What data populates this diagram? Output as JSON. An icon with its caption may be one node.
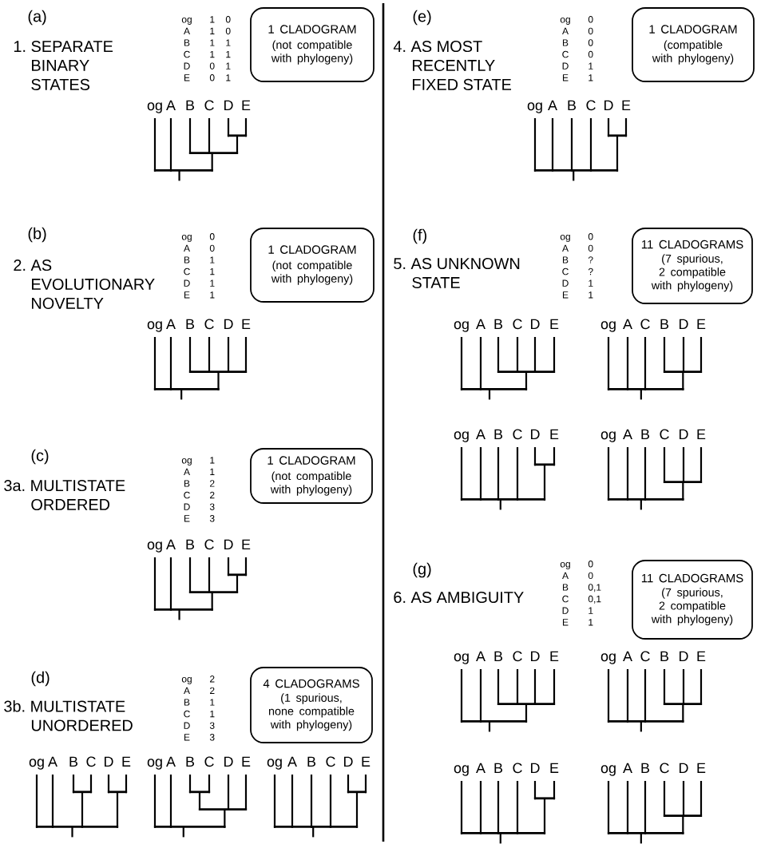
{
  "diagram": {
    "nodes": [
      {
        "text": [
          "1 CLADOGRAM",
          "(not compatible with phylogeny)"
        ]
      },
      {
        "text": [
          "1 CLADOGRAM",
          "(not compatible with phylogeny)"
        ]
      },
      {
        "text": [
          "1 CLADOGRAM",
          "(not compatible with phylogeny)"
        ]
      },
      {
        "text": [
          "4 CLADOGRAMS",
          "(1 spurious, none compatible with phylogeny)"
        ]
      },
      {
        "text": [
          "1 CLADOGRAM",
          "(compatible with phylogeny)"
        ]
      },
      {
        "text": [
          "11 CLADOGRAMS",
          "(7 spurious, 2 compatible with phylogeny)"
        ]
      },
      {
        "text": [
          "11 CLADOGRAMS",
          "(7 spurious, 2 compatible with phylogeny)"
        ]
      }
    ],
    "labels": [
      "(a)",
      "1. SEPARATE BINARY STATES",
      "og",
      "1",
      "0",
      "A",
      "1",
      "0",
      "B",
      "1",
      "1",
      "C",
      "1",
      "1",
      "D",
      "0",
      "1",
      "E",
      "0",
      "1",
      "og",
      "A",
      "B",
      "C",
      "D",
      "E",
      "(b)",
      "2. AS EVOLUTIONARY NOVELTY",
      "og",
      "0",
      "A",
      "0",
      "B",
      "1",
      "C",
      "1",
      "D",
      "1",
      "E",
      "1",
      "og",
      "A",
      "B",
      "C",
      "D",
      "E",
      "(c)",
      "3a. MULTISTATE ORDERED",
      "og",
      "1",
      "A",
      "1",
      "B",
      "2",
      "C",
      "2",
      "D",
      "3",
      "E",
      "3",
      "og",
      "A",
      "B",
      "C",
      "D",
      "E",
      "(d)",
      "3b. MULTISTATE UNORDERED",
      "og",
      "2",
      "A",
      "2",
      "B",
      "1",
      "C",
      "1",
      "D",
      "3",
      "E",
      "3",
      "og",
      "A",
      "B",
      "C",
      "D",
      "E",
      "og",
      "A",
      "B",
      "C",
      "D",
      "E",
      "og",
      "A",
      "B",
      "C",
      "D",
      "E",
      "(e)",
      "4. AS MOST RECENTLY FIXED STATE",
      "og",
      "0",
      "A",
      "0",
      "B",
      "0",
      "C",
      "0",
      "D",
      "1",
      "E",
      "1",
      "og",
      "A",
      "B",
      "C",
      "D",
      "E",
      "(f)",
      "5. AS UNKNOWN STATE",
      "og",
      "0",
      "A",
      "0",
      "B",
      "?",
      "C",
      "?",
      "D",
      "1",
      "E",
      "1",
      "og",
      "A",
      "B",
      "C",
      "D",
      "E",
      "og",
      "A",
      "C",
      "B",
      "D",
      "E",
      "og",
      "A",
      "B",
      "C",
      "D",
      "E",
      "og",
      "A",
      "B",
      "C",
      "D",
      "E",
      "(g)",
      "6. AS AMBIGUITY",
      "og",
      "0",
      "A",
      "0",
      "B",
      "0,1",
      "C",
      "0,1",
      "D",
      "1",
      "E",
      "1",
      "og",
      "A",
      "B",
      "C",
      "D",
      "E",
      "og",
      "A",
      "C",
      "B",
      "D",
      "E",
      "og",
      "A",
      "B",
      "C",
      "D",
      "E",
      "og",
      "A",
      "B",
      "C",
      "D",
      "E"
    ]
  }
}
